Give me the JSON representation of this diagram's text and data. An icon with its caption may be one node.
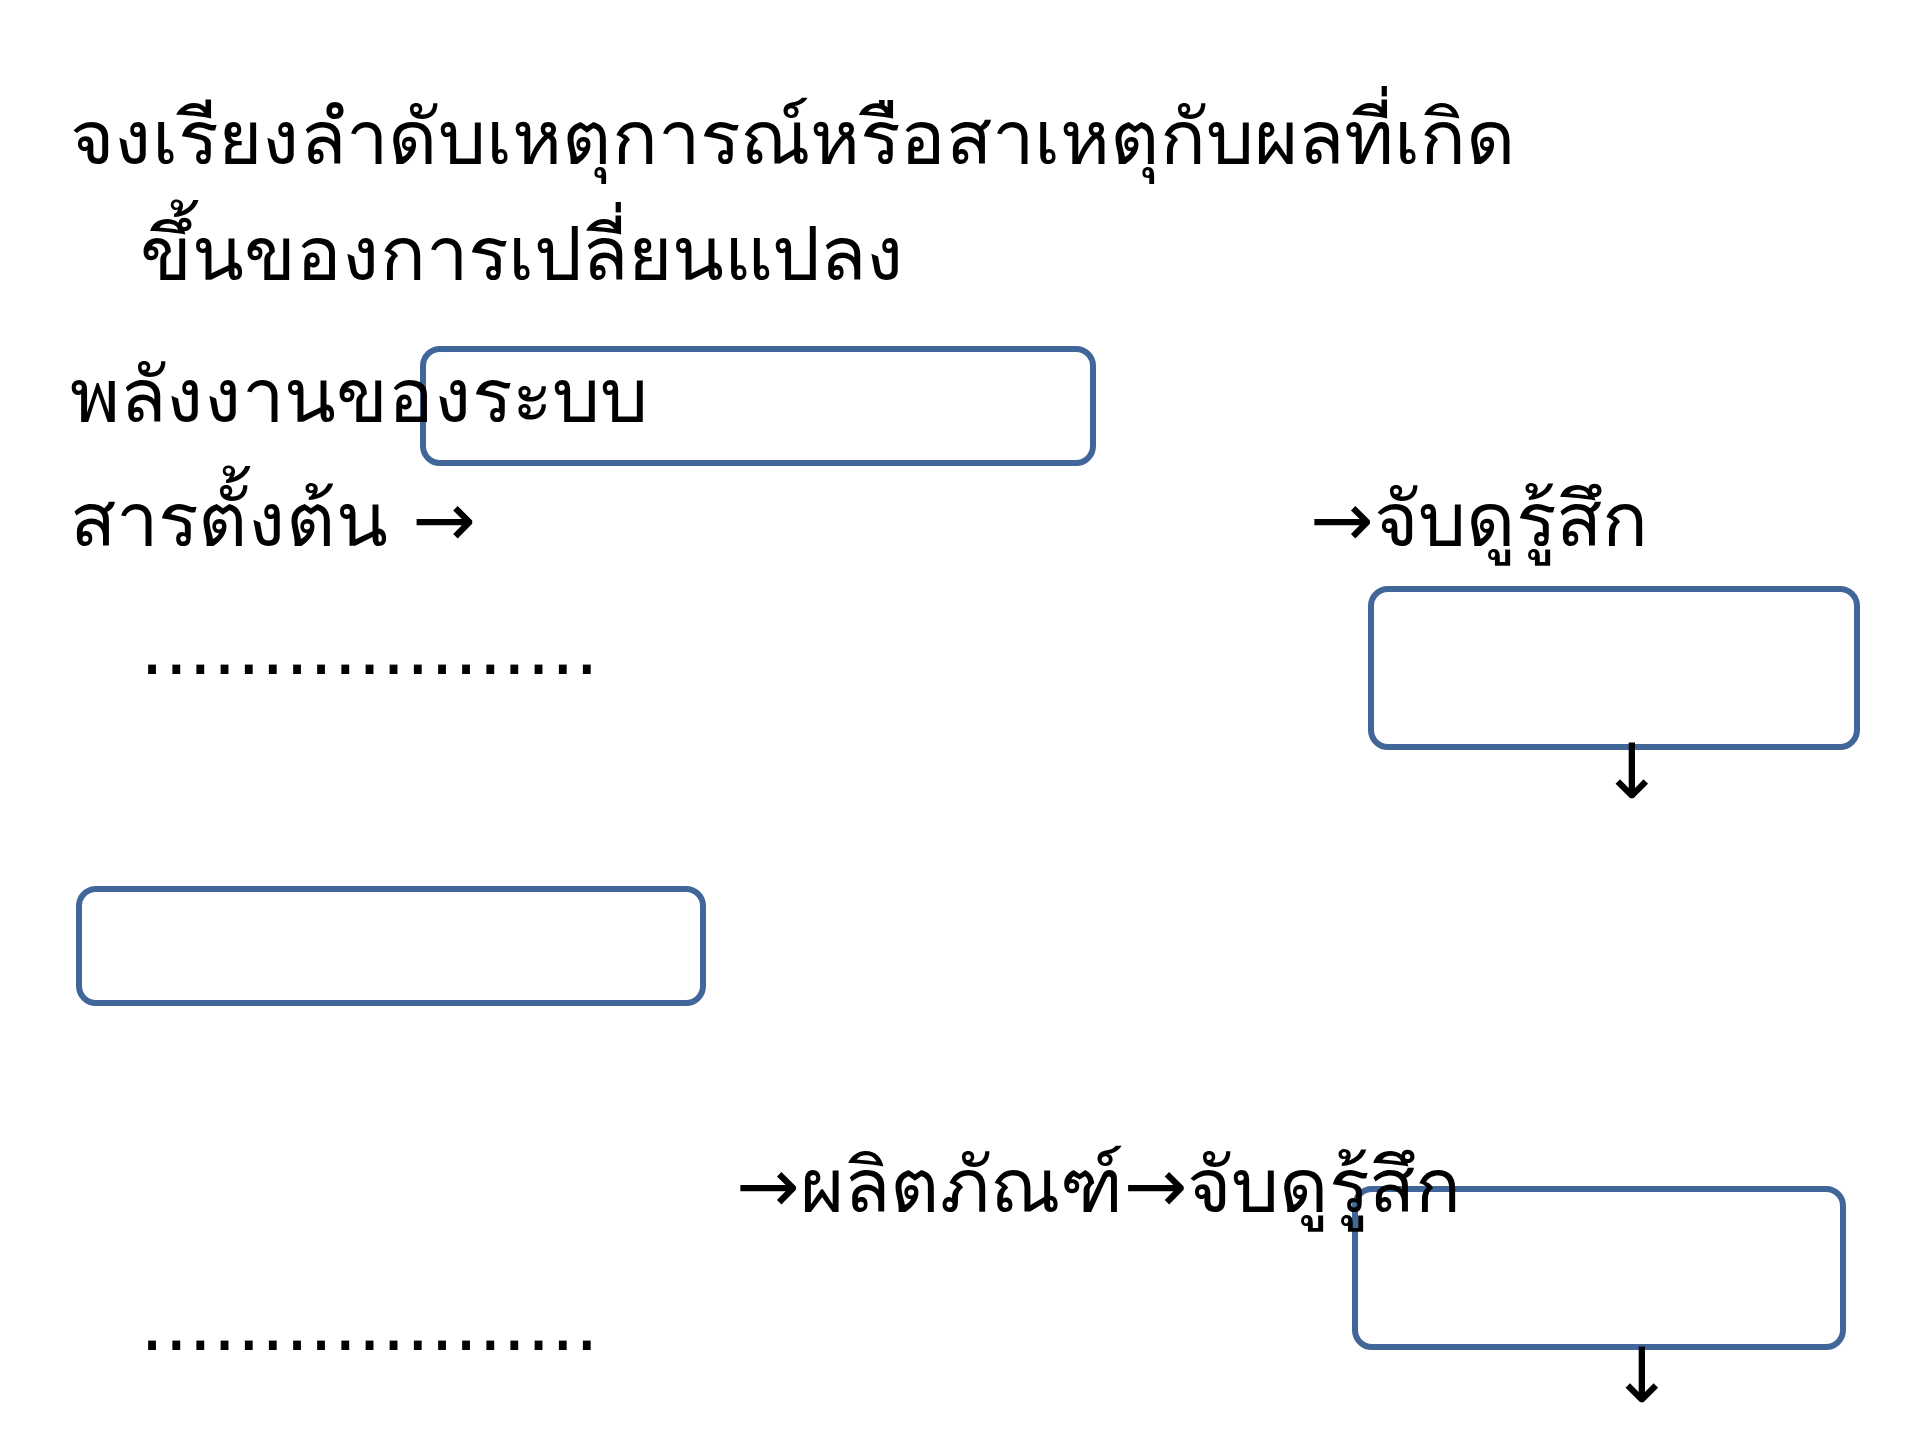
{
  "diagram": {
    "title": "จงเรียงลำดับเหตุการณ์หรือสาเหตุกับผลที่เกิดขึ้นของการเปลี่ยนแปลง",
    "nodes": [
      {
        "text": [],
        "shape": "box"
      },
      {
        "text": [],
        "shape": "box"
      },
      {
        "text": [],
        "shape": "box"
      },
      {
        "text": [],
        "shape": "box"
      }
    ],
    "labels": [
      "พลังงานของระบบ",
      "สารตั้งต้น →",
      "→จับดูรู้สึก",
      "...................",
      "↓",
      "→ผลิตภัณฑ์→จับดูรู้สึก",
      "...................",
      "↓"
    ]
  }
}
